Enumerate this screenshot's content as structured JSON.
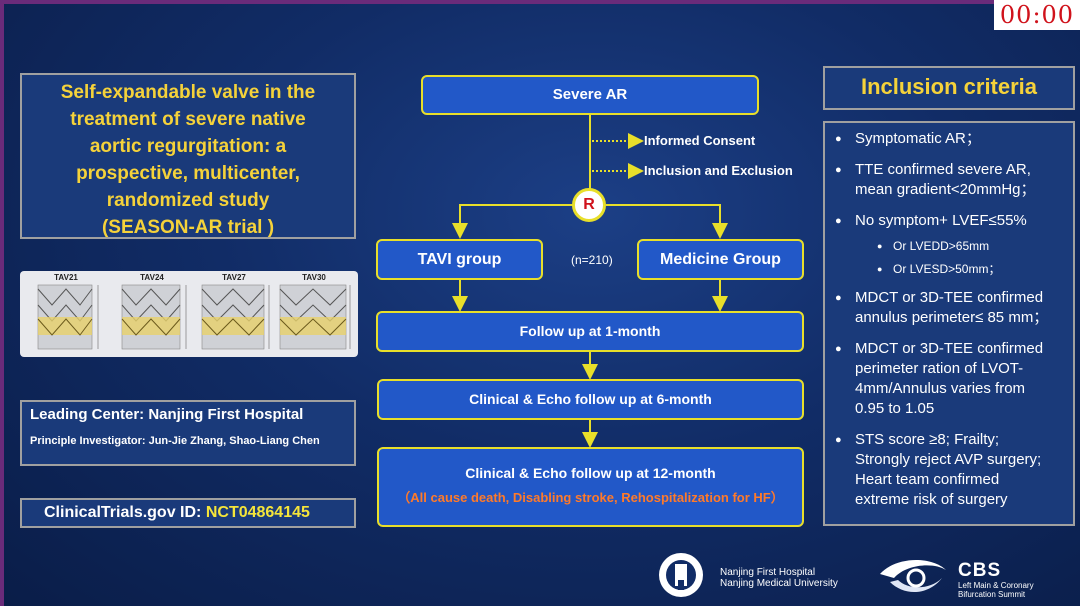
{
  "timer": "00:00",
  "title_lines": [
    "Self-expandable valve in the",
    "treatment of severe native",
    "aortic regurgitation: a",
    "prospective, multicenter,",
    "randomized study",
    "(SEASON-AR trial )"
  ],
  "valves": [
    "TAV21",
    "TAV24",
    "TAV27",
    "TAV30"
  ],
  "center": {
    "name": "Leading Center: Nanjing First Hospital",
    "pi": "Principle Investigator: Jun-Jie Zhang, Shao-Liang Chen"
  },
  "trial": {
    "label": "ClinicalTrials.gov ID:",
    "id": "NCT04864145"
  },
  "flow": {
    "start": "Severe AR",
    "note1": "Informed Consent",
    "note2": "Inclusion and Exclusion",
    "randomize": "R",
    "tavi": "TAVI group",
    "n": "(n=210)",
    "medicine": "Medicine Group",
    "fu1": "Follow up at 1-month",
    "fu6": "Clinical & Echo follow up at 6-month",
    "fu12": "Clinical & Echo follow up at 12-month",
    "outcomes": "（All cause death, Disabling stroke, Rehospitalization for HF）"
  },
  "inclusion": {
    "title": "Inclusion criteria",
    "c1": [
      "Symptomatic AR；"
    ],
    "c2": [
      "TTE confirmed severe AR,",
      "mean gradient<20mmHg；"
    ],
    "c3": [
      "No symptom+ LVEF≤55%"
    ],
    "c3_sub1": "Or LVEDD>65mm",
    "c3_sub2": "Or LVESD>50mm；",
    "c4": [
      "MDCT or 3D-TEE confirmed",
      "annulus  perimeter≤ 85 mm；"
    ],
    "c5": [
      "MDCT or 3D-TEE confirmed",
      "perimeter ration of LVOT-",
      "4mm/Annulus varies from",
      "0.95 to 1.05"
    ],
    "c6": [
      "STS score ≥8; Frailty;",
      "Strongly reject  AVP surgery;",
      "Heart team confirmed",
      "extreme risk of surgery"
    ]
  },
  "logos": {
    "hospital_line1": "Nanjing First Hospital",
    "hospital_line2": "Nanjing Medical University",
    "cbs": "CBS",
    "cbs_line1": "Left Main & Coronary",
    "cbs_line2": "Bifurcation Summit"
  }
}
